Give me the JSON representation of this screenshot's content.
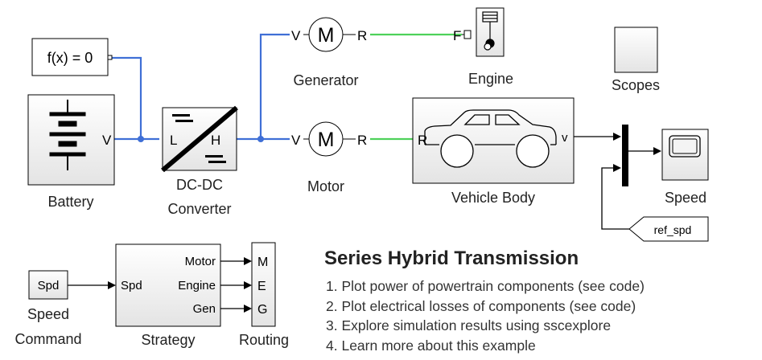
{
  "diagram": {
    "title": "Series Hybrid Transmission",
    "links": [
      "1. Plot power of powertrain components (see code)",
      "2. Plot electrical losses of components (see code)",
      "3. Explore simulation results using sscexplore",
      "4. Learn more about this example"
    ],
    "blocks": {
      "solver": {
        "text": "f(x) = 0"
      },
      "battery": {
        "label": "Battery",
        "port_v": "V"
      },
      "converter": {
        "label_line1": "DC-DC",
        "label_line2": "Converter",
        "port_l": "L",
        "port_h": "H"
      },
      "generator": {
        "label": "Generator",
        "port_v": "V",
        "port_r": "R",
        "symbol": "M"
      },
      "motor": {
        "label": "Motor",
        "port_v": "V",
        "port_r": "R",
        "symbol": "M"
      },
      "engine": {
        "label": "Engine",
        "port_f": "F"
      },
      "scopes": {
        "label": "Scopes"
      },
      "vehicle": {
        "label": "Vehicle Body",
        "port_r": "R",
        "port_v": "v"
      },
      "speed_scope": {
        "label": "Speed"
      },
      "ref_spd": {
        "text": "ref_spd"
      },
      "speed_command": {
        "text": "Spd",
        "label_line1": "Speed",
        "label_line2": "Command"
      },
      "strategy": {
        "label": "Strategy",
        "port_in": "Spd",
        "port_motor": "Motor",
        "port_engine": "Engine",
        "port_gen": "Gen"
      },
      "routing": {
        "label": "Routing",
        "port_m": "M",
        "port_e": "E",
        "port_g": "G"
      }
    },
    "colors": {
      "electrical_line": "#3f6fd6",
      "mechanical_line": "#4ed15a",
      "signal_line": "#000000",
      "block_fill": "#eeeeee",
      "block_border": "#000000"
    }
  }
}
